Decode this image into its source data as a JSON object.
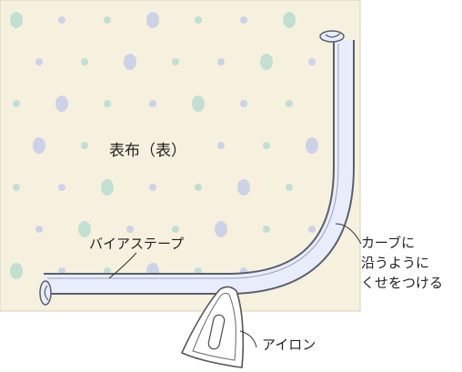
{
  "labels": {
    "fabric": "表布（表）",
    "bias_tape": "バイアステープ",
    "curve_note_line1": "カーブに",
    "curve_note_line2": "沿うように",
    "curve_note_line3": "くせをつける",
    "iron": "アイロン"
  },
  "colors": {
    "fabric": "#f6f1df",
    "dot_mint": "#b8dcd0",
    "dot_blue": "#c7cce8",
    "tape_fill": "#e9edfb",
    "tape_edge": "#5a5f6e",
    "iron_fill": "#ffffff",
    "outline": "#555555"
  },
  "icons": {
    "iron": "iron-icon"
  }
}
